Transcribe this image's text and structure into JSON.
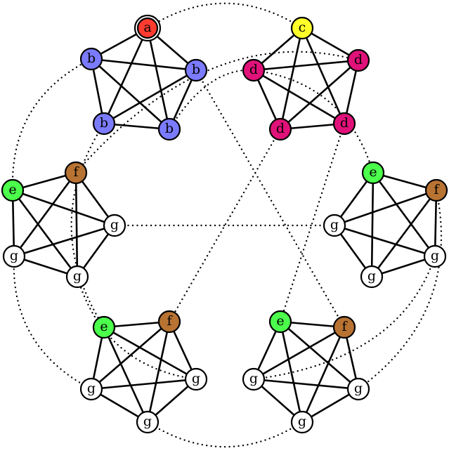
{
  "colors": {
    "red": "#ff3b30",
    "blue": "#7b7bff",
    "yellow": "#ffff2a",
    "magenta": "#e0127a",
    "orange": "#b87333",
    "green": "#4cff4c",
    "white": "#ffffff"
  },
  "nodes": [
    {
      "id": "A",
      "label": "a",
      "color": "red",
      "special": true
    },
    {
      "id": "B1",
      "label": "b",
      "color": "blue"
    },
    {
      "id": "B2",
      "label": "b",
      "color": "blue"
    },
    {
      "id": "B3",
      "label": "b",
      "color": "blue"
    },
    {
      "id": "B4",
      "label": "b",
      "color": "blue"
    },
    {
      "id": "C",
      "label": "c",
      "color": "yellow"
    },
    {
      "id": "D1",
      "label": "d",
      "color": "magenta"
    },
    {
      "id": "D2",
      "label": "d",
      "color": "magenta"
    },
    {
      "id": "D3",
      "label": "d",
      "color": "magenta"
    },
    {
      "id": "D4",
      "label": "d",
      "color": "magenta"
    },
    {
      "id": "LF",
      "label": "f",
      "color": "orange"
    },
    {
      "id": "LE",
      "label": "e",
      "color": "green"
    },
    {
      "id": "LG1",
      "label": "g",
      "color": "white"
    },
    {
      "id": "LG2",
      "label": "g",
      "color": "white"
    },
    {
      "id": "LG3",
      "label": "g",
      "color": "white"
    },
    {
      "id": "RE",
      "label": "e",
      "color": "green"
    },
    {
      "id": "RF",
      "label": "f",
      "color": "orange"
    },
    {
      "id": "RG1",
      "label": "g",
      "color": "white"
    },
    {
      "id": "RG2",
      "label": "g",
      "color": "white"
    },
    {
      "id": "RG3",
      "label": "g",
      "color": "white"
    },
    {
      "id": "BLE",
      "label": "e",
      "color": "green"
    },
    {
      "id": "BLF",
      "label": "f",
      "color": "orange"
    },
    {
      "id": "BLG1",
      "label": "g",
      "color": "white"
    },
    {
      "id": "BLG2",
      "label": "g",
      "color": "white"
    },
    {
      "id": "BLG3",
      "label": "g",
      "color": "white"
    },
    {
      "id": "BRE",
      "label": "e",
      "color": "green"
    },
    {
      "id": "BRF",
      "label": "f",
      "color": "orange"
    },
    {
      "id": "BRG1",
      "label": "g",
      "color": "white"
    },
    {
      "id": "BRG2",
      "label": "g",
      "color": "white"
    },
    {
      "id": "BRG3",
      "label": "g",
      "color": "white"
    }
  ],
  "clusters": [
    [
      "A",
      "B1",
      "B2",
      "B3",
      "B4"
    ],
    [
      "C",
      "D1",
      "D2",
      "D3",
      "D4"
    ],
    [
      "LF",
      "LE",
      "LG1",
      "LG2",
      "LG3"
    ],
    [
      "RE",
      "RF",
      "RG1",
      "RG2",
      "RG3"
    ],
    [
      "BLE",
      "BLF",
      "BLG1",
      "BLG2",
      "BLG3"
    ],
    [
      "BRE",
      "BRF",
      "BRG1",
      "BRG2",
      "BRG3"
    ]
  ],
  "dotted_edges": [
    [
      "A",
      "C"
    ],
    [
      "D2",
      "RE"
    ],
    [
      "RF",
      "BRG2"
    ],
    [
      "BRG3",
      "BLG3"
    ],
    [
      "BLG1",
      "LG2"
    ],
    [
      "LE",
      "B1"
    ],
    [
      "B2",
      "BRF"
    ],
    [
      "D4",
      "BLF"
    ],
    [
      "LG1",
      "RG1"
    ],
    [
      "B3",
      "BLE"
    ],
    [
      "D3",
      "BRE"
    ],
    [
      "LF",
      "D1"
    ],
    [
      "RG2",
      "BRG1"
    ],
    [
      "BLG2",
      "LG3"
    ],
    [
      "B4",
      "D2"
    ]
  ]
}
